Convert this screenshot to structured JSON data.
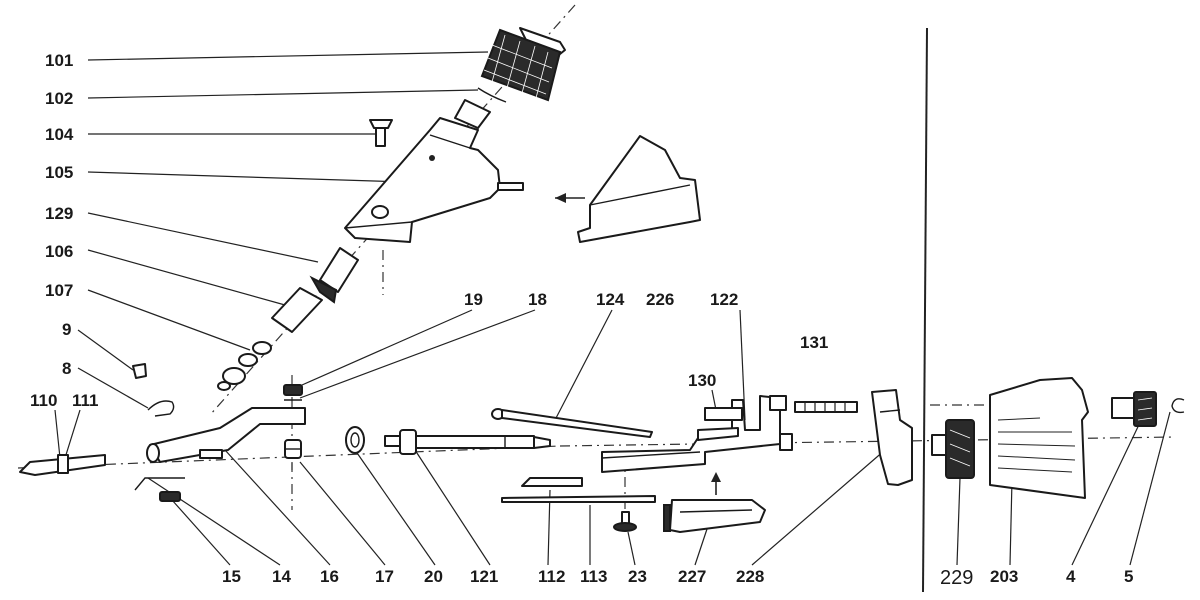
{
  "labels": {
    "l101": "101",
    "l102": "102",
    "l104": "104",
    "l105": "105",
    "l129": "129",
    "l106": "106",
    "l107": "107",
    "l9": "9",
    "l8": "8",
    "l110": "110",
    "l111": "111",
    "l19": "19",
    "l18": "18",
    "l124": "124",
    "l226": "226",
    "l122": "122",
    "l131": "131",
    "l130": "130",
    "l15": "15",
    "l14": "14",
    "l16": "16",
    "l17": "17",
    "l20": "20",
    "l121": "121",
    "l112": "112",
    "l113": "113",
    "l23": "23",
    "l227": "227",
    "l228": "228",
    "l229": "229",
    "l203": "203",
    "l4": "4",
    "l5": "5"
  }
}
